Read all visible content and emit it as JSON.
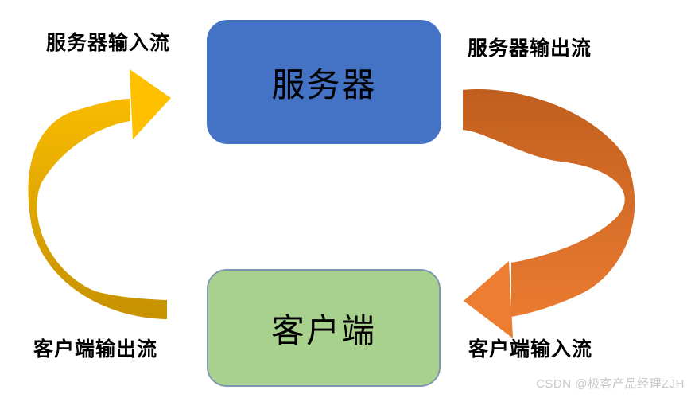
{
  "diagram": {
    "nodes": {
      "server": {
        "label": "服务器",
        "fill": "#4472C4"
      },
      "client": {
        "label": "客户端",
        "fill": "#A9D18E",
        "border": "#7E98AE"
      }
    },
    "arrows": {
      "client_to_server": {
        "description": "curved arrow from client up to server",
        "color_bright": "#FFC000",
        "color_dark": "#C69200"
      },
      "server_to_client": {
        "description": "curved arrow from server down to client",
        "color_dark": "#C05E1E",
        "color_bright": "#ED7D31"
      }
    },
    "labels": {
      "server_input": "服务器输入流",
      "server_output": "服务器输出流",
      "client_output": "客户端输出流",
      "client_input": "客户端输入流"
    },
    "watermark": {
      "text": "CSDN @极客产品经理ZJH",
      "color": "#C9C9C9"
    }
  }
}
